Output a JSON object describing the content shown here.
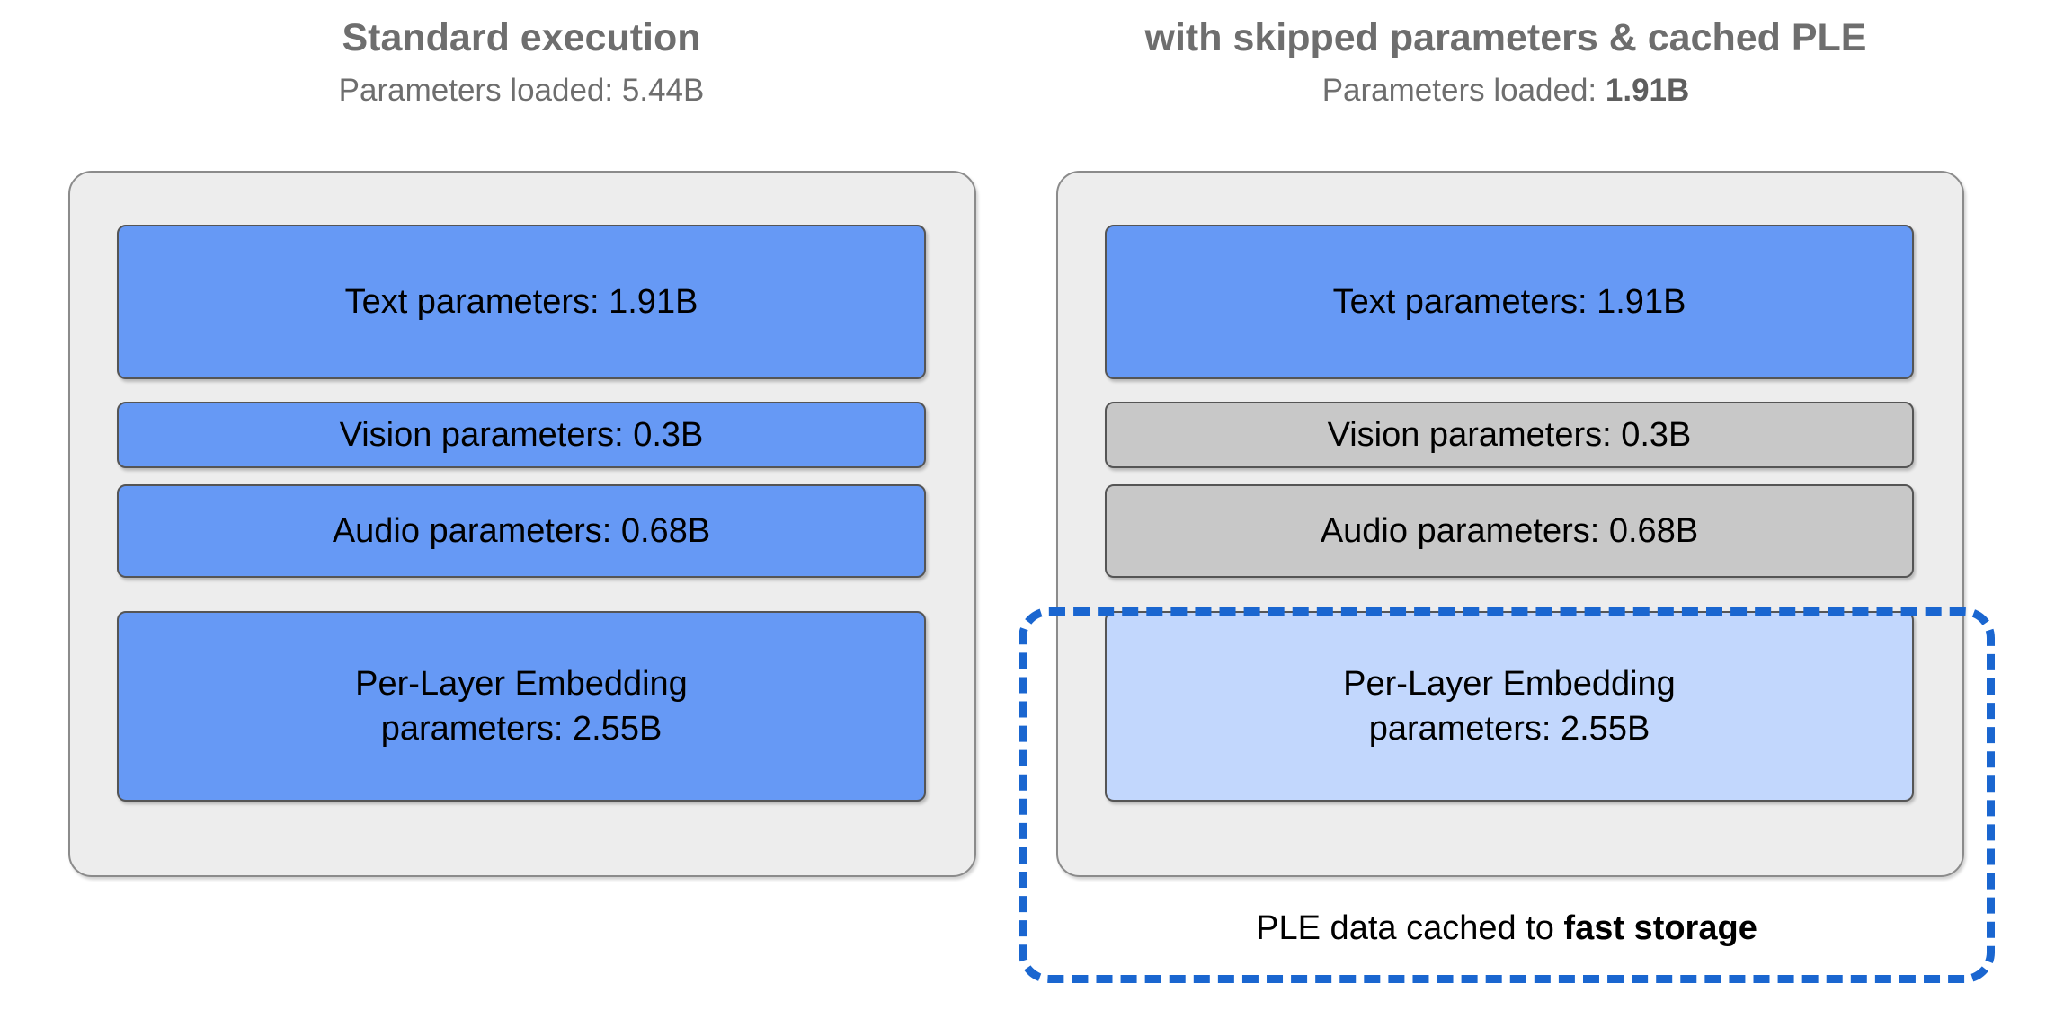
{
  "figure": {
    "background": "#ffffff",
    "colors": {
      "active_blue": "#6699f5",
      "skipped_gray": "#c8c8c8",
      "cached_light_blue": "#c2d7fd",
      "panel_bg": "#ededed",
      "panel_border": "#8b8b8b",
      "box_border": "#555555",
      "dashed_blue": "#1a66d0",
      "title_gray": "#6e6e6e"
    }
  },
  "columns": [
    {
      "id": "standard",
      "title": "Standard execution",
      "subtitle_prefix": "Parameters loaded: ",
      "subtitle_value": "5.44B",
      "subtitle_value_bold": false,
      "boxes": [
        {
          "id": "text",
          "label": "Text parameters: 1.91B",
          "state": "active",
          "fill": "#6699f5"
        },
        {
          "id": "vision",
          "label": "Vision parameters: 0.3B",
          "state": "active",
          "fill": "#6699f5"
        },
        {
          "id": "audio",
          "label": "Audio parameters: 0.68B",
          "state": "active",
          "fill": "#6699f5"
        },
        {
          "id": "ple",
          "label_line1": "Per-Layer Embedding",
          "label_line2": "parameters: 2.55B",
          "state": "active",
          "fill": "#6699f5"
        }
      ]
    },
    {
      "id": "optimized",
      "title": "with skipped parameters & cached PLE",
      "subtitle_prefix": "Parameters loaded: ",
      "subtitle_value": "1.91B",
      "subtitle_value_bold": true,
      "boxes": [
        {
          "id": "text",
          "label": "Text parameters: 1.91B",
          "state": "active",
          "fill": "#6699f5"
        },
        {
          "id": "vision",
          "label": "Vision parameters: 0.3B",
          "state": "skipped",
          "fill": "#c8c8c8"
        },
        {
          "id": "audio",
          "label": "Audio parameters: 0.68B",
          "state": "skipped",
          "fill": "#c8c8c8"
        },
        {
          "id": "ple",
          "label_line1": "Per-Layer Embedding",
          "label_line2": "parameters: 2.55B",
          "state": "cached",
          "fill": "#c2d7fd"
        }
      ],
      "cache_region": {
        "caption_prefix": "PLE data cached to ",
        "caption_bold": "fast storage",
        "stroke": "#1a66d0",
        "style": "dashed"
      }
    }
  ],
  "parameter_totals": {
    "standard_loaded": "5.44B",
    "optimized_loaded": "1.91B",
    "text": "1.91B",
    "vision": "0.3B",
    "audio": "0.68B",
    "per_layer_embedding": "2.55B"
  }
}
